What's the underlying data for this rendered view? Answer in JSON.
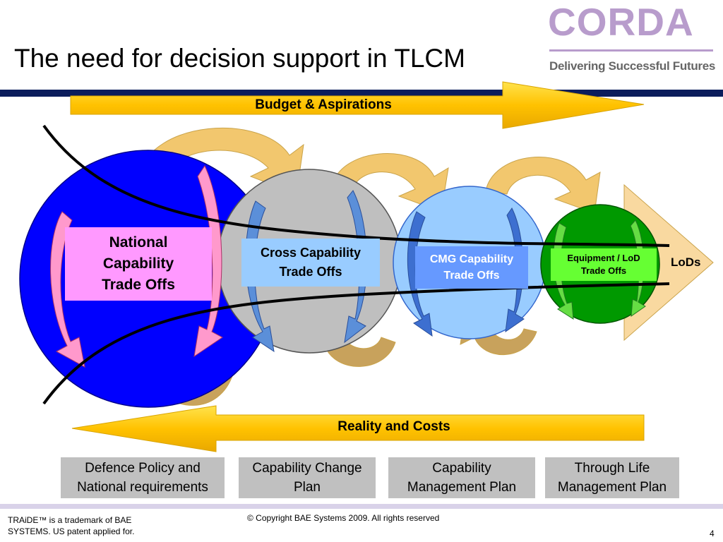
{
  "header": {
    "title": "The need for decision support in TLCM",
    "logo_text": "CORDA",
    "tagline": "Delivering Successful Futures",
    "colors": {
      "logo": "#b89ccc",
      "bar": "#0b1d5c"
    }
  },
  "diagram": {
    "budget_label": "Budget & Aspirations",
    "reality_label": "Reality and Costs",
    "end_label": "LoDs",
    "stages": [
      {
        "label_lines": [
          "National",
          "Capability",
          "Trade Offs"
        ],
        "circle_color": "#0000ff",
        "box_color": "#ff99ff"
      },
      {
        "label_lines": [
          "Cross Capability",
          "Trade Offs"
        ],
        "circle_color": "#bfbfbf",
        "box_color": "#99ccff"
      },
      {
        "label_lines": [
          "CMG Capability",
          "Trade Offs"
        ],
        "circle_color": "#99ccff",
        "box_color": "#6699ff"
      },
      {
        "label_lines": [
          "Equipment / LoD",
          "Trade Offs"
        ],
        "circle_color": "#009900",
        "box_color": "#66ff33"
      }
    ],
    "arrow_color": "#ffcc00"
  },
  "phases": [
    {
      "line1": "Defence Policy and",
      "line2": "National requirements"
    },
    {
      "line1": "Capability Change",
      "line2": "Plan"
    },
    {
      "line1": "Capability",
      "line2": "Management Plan"
    },
    {
      "line1": "Through Life",
      "line2": "Management Plan"
    }
  ],
  "footer": {
    "trademark_line1": "TRAiDE™ is a trademark of BAE",
    "trademark_line2": "SYSTEMS.  US patent applied for.",
    "copyright": "© Copyright BAE Systems 2009. All rights reserved",
    "page_number": "4"
  }
}
